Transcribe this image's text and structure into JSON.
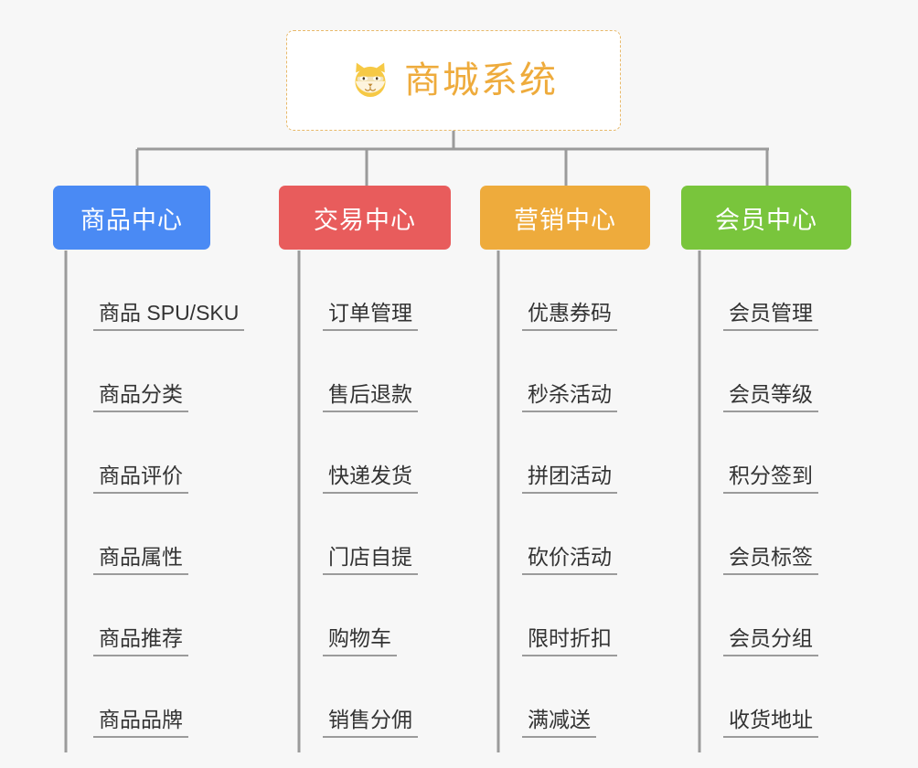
{
  "theme": {
    "background": "#f7f7f7",
    "root_border": "#e8b96a",
    "root_text": "#eeab3c",
    "connector": "#9b9b9b",
    "leaf_text": "#333333",
    "leaf_rule": "#9b9b9b"
  },
  "root": {
    "icon": "shiba-dog-face-icon",
    "title": "商城系统"
  },
  "categories": [
    {
      "label": "商品中心",
      "color": "#4a8af4",
      "items": [
        "商品 SPU/SKU",
        "商品分类",
        "商品评价",
        "商品属性",
        "商品推荐",
        "商品品牌"
      ]
    },
    {
      "label": "交易中心",
      "color": "#e85c5c",
      "items": [
        "订单管理",
        "售后退款",
        "快递发货",
        "门店自提",
        "购物车",
        "销售分佣"
      ]
    },
    {
      "label": "营销中心",
      "color": "#eeab3c",
      "items": [
        "优惠券码",
        "秒杀活动",
        "拼团活动",
        "砍价活动",
        "限时折扣",
        "满减送"
      ]
    },
    {
      "label": "会员中心",
      "color": "#79c53c",
      "items": [
        "会员管理",
        "会员等级",
        "积分签到",
        "会员标签",
        "会员分组",
        "收货地址"
      ]
    }
  ]
}
